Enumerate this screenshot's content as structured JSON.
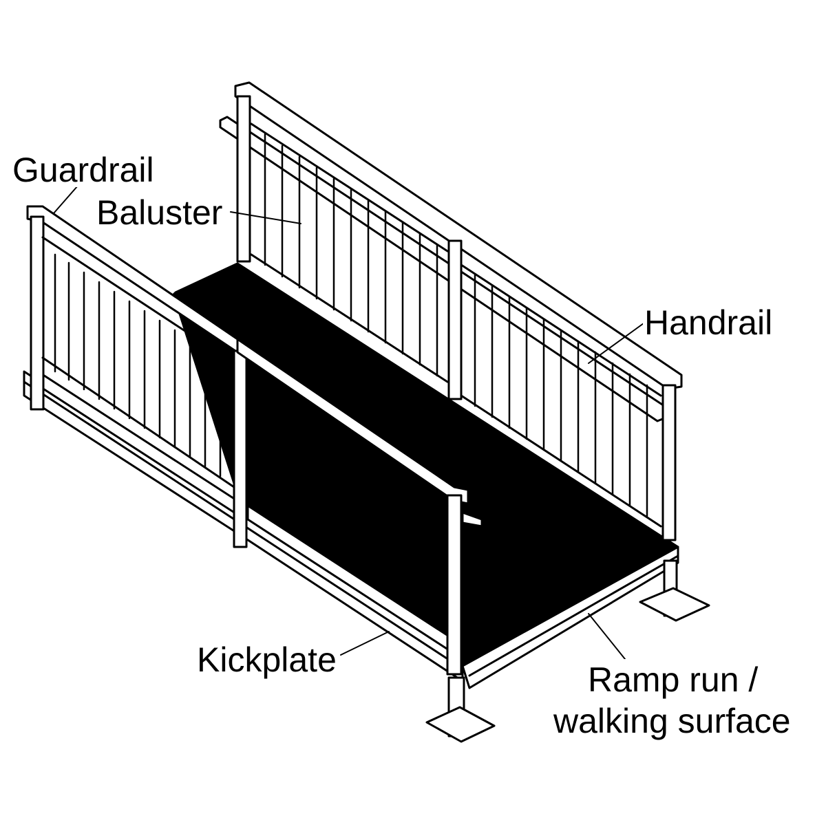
{
  "labels": {
    "guardrail": "Guardrail",
    "baluster": "Baluster",
    "handrail": "Handrail",
    "kickplate": "Kickplate",
    "ramp_line1": "Ramp run /",
    "ramp_line2": "walking surface"
  },
  "colors": {
    "ink": "#000000",
    "paper": "#ffffff",
    "deck": "#000000"
  }
}
